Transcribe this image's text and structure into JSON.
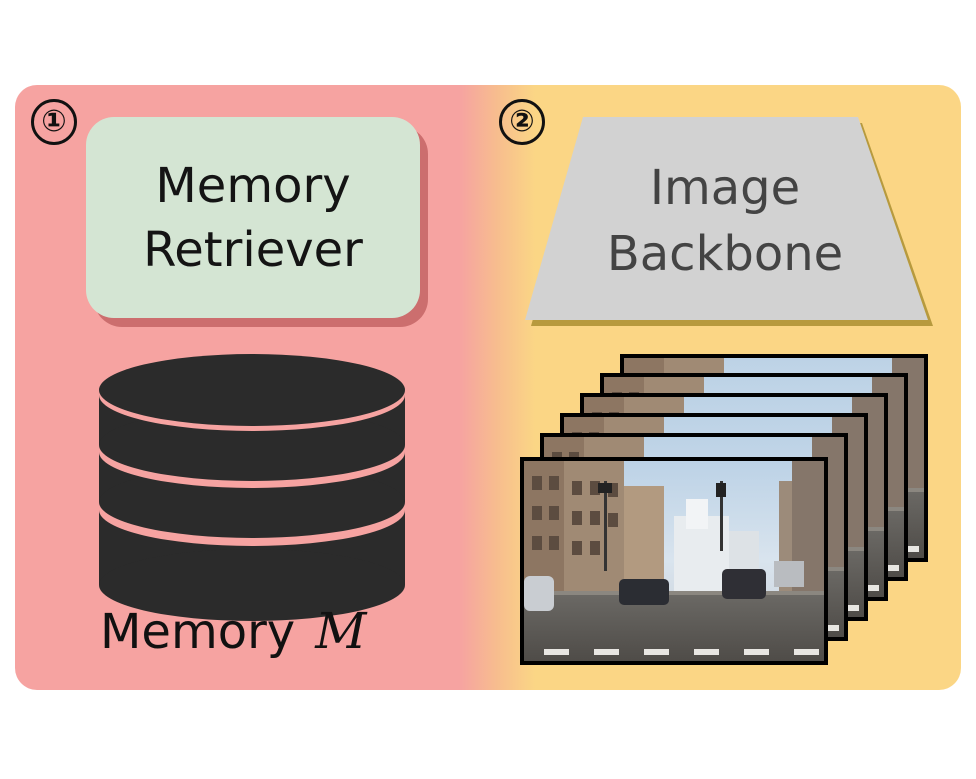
{
  "step1": {
    "badge": "①"
  },
  "step2": {
    "badge": "②"
  },
  "memory_retriever": {
    "line1": "Memory",
    "line2": "Retriever"
  },
  "image_backbone": {
    "line1": "Image",
    "line2": "Backbone"
  },
  "memory_label": {
    "text": "Memory",
    "symbol": "M"
  },
  "frames": {
    "count": 6
  },
  "colors": {
    "left_panel": "#f6a3a1",
    "right_panel": "#fbd685",
    "retriever_fill": "#d4e5d3",
    "backbone_fill": "#d2d2d2",
    "database_fill": "#2b2b2b"
  },
  "icons": [
    "database-icon",
    "camera-frames-stack"
  ]
}
